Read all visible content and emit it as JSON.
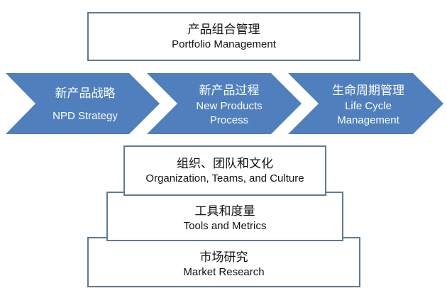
{
  "colors": {
    "chevron_fill": "#4f7fbd",
    "box_border": "#5f7b90",
    "text": "#111111",
    "chevron_text": "#ffffff"
  },
  "portfolio": {
    "zh": "产品组合管理",
    "en": "Portfolio Management"
  },
  "chevrons": [
    {
      "zh": "新产品战略",
      "en": "NPD Strategy"
    },
    {
      "zh": "新产品过程",
      "en_line1": "New Products",
      "en_line2": "Process"
    },
    {
      "zh": "生命周期管理",
      "en_line1": "Life Cycle",
      "en_line2": "Management"
    }
  ],
  "foundation": [
    {
      "zh": "组织、团队和文化",
      "en": "Organization, Teams, and Culture"
    },
    {
      "zh": "工具和度量",
      "en": "Tools and Metrics"
    },
    {
      "zh": "市场研究",
      "en": "Market Research"
    }
  ]
}
